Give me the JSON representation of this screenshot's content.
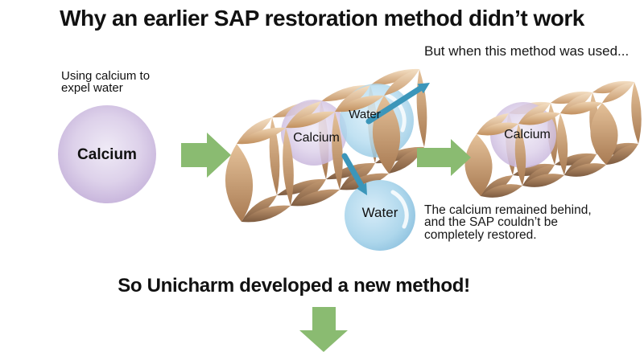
{
  "title": "Why an earlier SAP restoration method didn’t work",
  "left": {
    "caption_line1": "Using calcium to",
    "caption_line2": "expel water",
    "sphere_label": "Calcium"
  },
  "middle": {
    "calcium_label": "Calcium",
    "water_inside_label": "Water",
    "water_expelled_label": "Water"
  },
  "right": {
    "caption": "But when this method was used...",
    "calcium_label": "Calcium",
    "result_line1": "The calcium remained behind,",
    "result_line2": "and the SAP couldn’t be",
    "result_line3": "completely restored."
  },
  "conclusion": "So Unicharm developed a new method!",
  "icons": {
    "right-arrow-icon": "▶",
    "right-arrow-2-icon": "▶",
    "down-arrow-icon": "▼",
    "water-out-arrow-icon": "↗",
    "water-expel-arrow-icon": "↘"
  },
  "colors": {
    "background": "#ffffff",
    "arrow_green": "#8abb71",
    "arrow_teal": "#3b96ba",
    "calcium_purple": "#c5b1da",
    "water_blue": "#9fcde8",
    "lattice_tan": "#d3a77a",
    "text": "#111111"
  }
}
